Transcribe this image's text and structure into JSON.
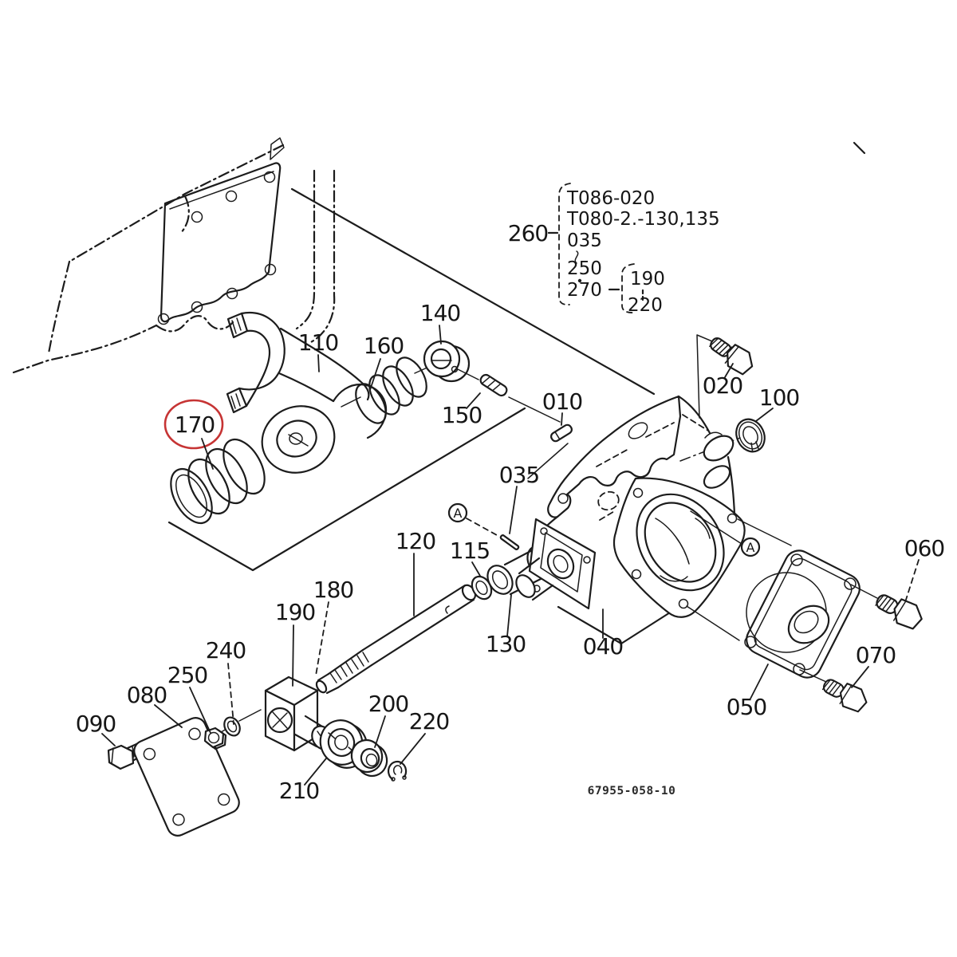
{
  "diagram": {
    "footer_code": "67955-058-10",
    "ink_color": "#1c1c1c",
    "highlight_color": "#c63434",
    "highlighted_callout": "170",
    "callouts": {
      "c110": "110",
      "c160": "160",
      "c140": "140",
      "c150": "150",
      "c010": "010",
      "c020": "020",
      "c100": "100",
      "c170": "170",
      "c035": "035",
      "c120": "120",
      "c115": "115",
      "c130": "130",
      "c040": "040",
      "c050": "050",
      "c060": "060",
      "c070": "070",
      "c080": "080",
      "c090": "090",
      "c190": "190",
      "c180": "180",
      "c240": "240",
      "c250": "250",
      "c200": "200",
      "c210": "210",
      "c220": "220"
    },
    "view_markers": {
      "left": "A",
      "right": "A"
    },
    "ref_block": {
      "group": "260",
      "rows": [
        "T086-020",
        "T080-2.-130,135",
        "035",
        "250"
      ],
      "subgroup": "270",
      "sub_rows": [
        "190",
        "220"
      ]
    }
  }
}
